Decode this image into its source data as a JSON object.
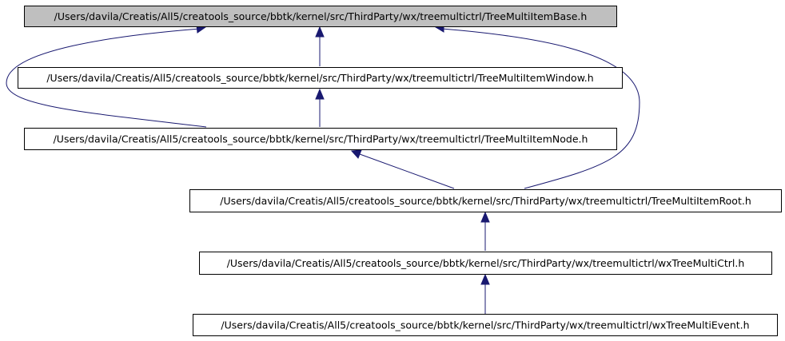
{
  "graph": {
    "nodes": [
      {
        "id": "base",
        "label": "/Users/davila/Creatis/All5/creatools_source/bbtk/kernel/src/ThirdParty/wx/treemultictrl/TreeMultiItemBase.h",
        "highlight": true
      },
      {
        "id": "window",
        "label": "/Users/davila/Creatis/All5/creatools_source/bbtk/kernel/src/ThirdParty/wx/treemultictrl/TreeMultiItemWindow.h"
      },
      {
        "id": "node",
        "label": "/Users/davila/Creatis/All5/creatools_source/bbtk/kernel/src/ThirdParty/wx/treemultictrl/TreeMultiItemNode.h"
      },
      {
        "id": "root",
        "label": "/Users/davila/Creatis/All5/creatools_source/bbtk/kernel/src/ThirdParty/wx/treemultictrl/TreeMultiItemRoot.h"
      },
      {
        "id": "ctrl",
        "label": "/Users/davila/Creatis/All5/creatools_source/bbtk/kernel/src/ThirdParty/wx/treemultictrl/wxTreeMultiCtrl.h"
      },
      {
        "id": "event",
        "label": "/Users/davila/Creatis/All5/creatools_source/bbtk/kernel/src/ThirdParty/wx/treemultictrl/wxTreeMultiEvent.h"
      }
    ],
    "edges": [
      {
        "from": "window",
        "to": "base"
      },
      {
        "from": "node",
        "to": "base"
      },
      {
        "from": "root",
        "to": "base"
      },
      {
        "from": "node",
        "to": "window"
      },
      {
        "from": "root",
        "to": "node"
      },
      {
        "from": "ctrl",
        "to": "root"
      },
      {
        "from": "event",
        "to": "ctrl"
      }
    ],
    "colors": {
      "edge": "#191970",
      "highlight_fill": "#bfbfbf",
      "box_stroke": "#000000"
    }
  }
}
